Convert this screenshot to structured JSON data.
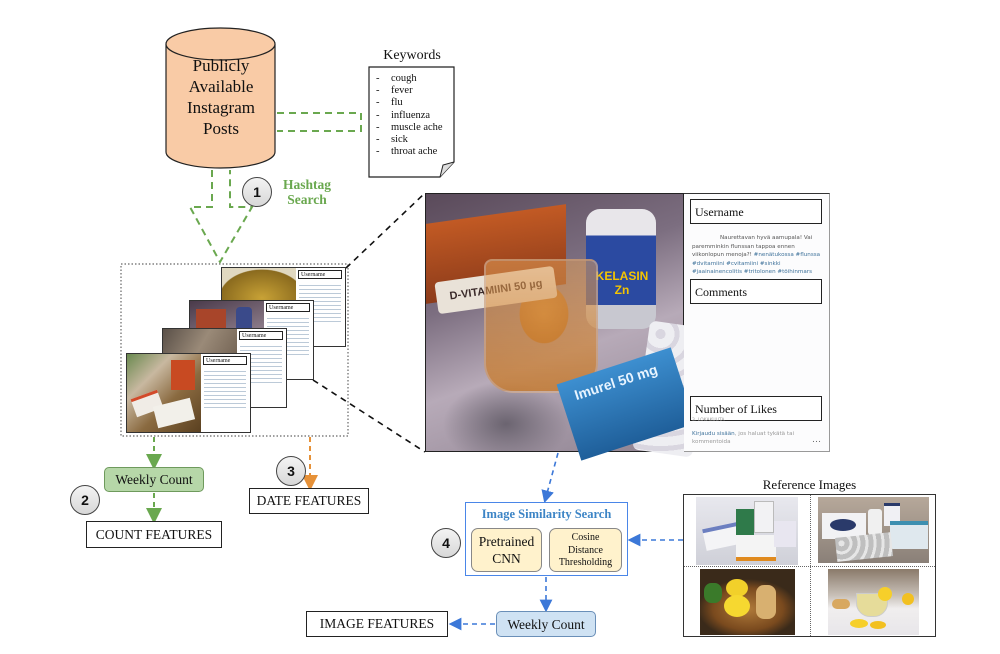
{
  "source": {
    "label_lines": [
      "Publicly",
      "Available",
      "Instagram",
      "Posts"
    ],
    "fill_color": "#f9cba6"
  },
  "keywords": {
    "title": "Keywords",
    "items": [
      "cough",
      "fever",
      "flu",
      "influenza",
      "muscle ache",
      "sick",
      "throat ache"
    ]
  },
  "steps": {
    "step1": {
      "number": "1",
      "label_lines": [
        "Hashtag",
        "Search"
      ],
      "color": "#6aa84f"
    },
    "step2": {
      "number": "2"
    },
    "step3": {
      "number": "3"
    },
    "step4": {
      "number": "4"
    }
  },
  "post_stack": {
    "card_username_label": "Username",
    "card_count": 4
  },
  "post_detail": {
    "username_label": "Username",
    "caption": "Naurettavan hyvä aamupala! Vai paremminkin flunssan tappoa ennen viikonlopun menoja?!",
    "hashtags": "#nenätukossa #flunssa #dvitamiini #cvitamiini #sinkki #jaainainencolitis #tritolonen #töihinmars",
    "comments_label": "Comments",
    "likes_label": "Number of Likes",
    "date_text": "3. LOKAKUUTA",
    "login_link": "Kirjaudu sisään",
    "login_rest": ", jos haluat tykätä tai kommentoida",
    "more_icon": "…",
    "photo_texts": {
      "box_label": "D-VITAMIINI 50 µg",
      "jar_label": "KELASIN Zn",
      "blue_box_label": "Imurel 50 mg"
    }
  },
  "count_branch": {
    "weekly_count": "Weekly Count",
    "output": "COUNT FEATURES",
    "colors": {
      "node": "#b6d7a8",
      "arrow": "#6aa84f"
    }
  },
  "date_branch": {
    "output": "DATE FEATURES",
    "arrow_color": "#e69138"
  },
  "image_branch": {
    "title": "Image Similarity Search",
    "model_lines": [
      "Pretrained",
      "CNN"
    ],
    "threshold_lines": [
      "Cosine",
      "Distance",
      "Thresholding"
    ],
    "weekly_count": "Weekly Count",
    "output": "IMAGE FEATURES",
    "colors": {
      "frame": "#4a86e8",
      "title": "#3d85c6",
      "node": "#cfe2f3",
      "cell": "#fff2cc"
    }
  },
  "reference_images": {
    "title": "Reference Images",
    "images": [
      "medicine-boxes",
      "pill-blister-and-boxes",
      "lemons-ginger-bowl",
      "lemon-ginger-tea"
    ]
  }
}
